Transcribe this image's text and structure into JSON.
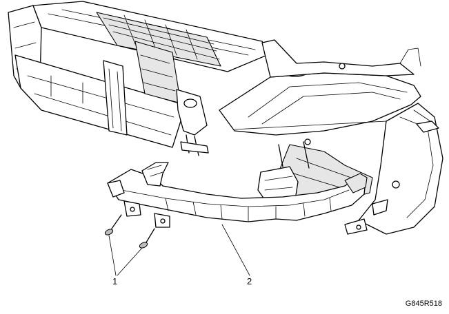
{
  "callouts": {
    "fastener": "1",
    "bracket": "2"
  },
  "figure_code": "G845R518",
  "colors": {
    "line": "#000000",
    "background": "#ffffff",
    "shade": "#e6e6e6"
  }
}
